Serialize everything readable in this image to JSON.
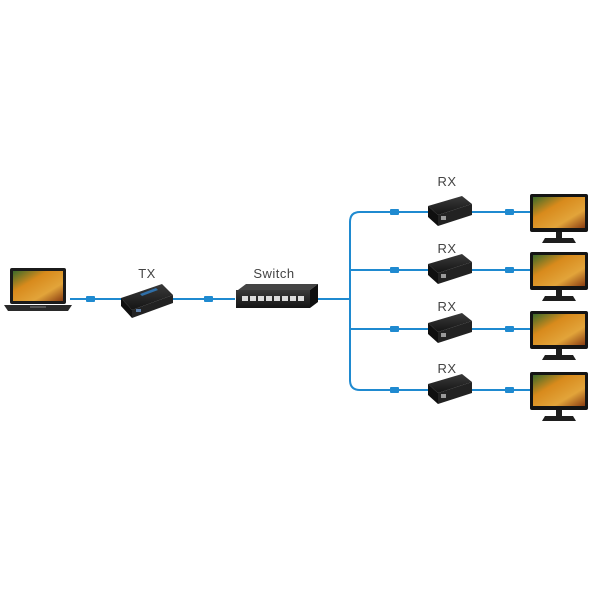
{
  "labels": {
    "tx": "TX",
    "switch": "Switch",
    "rx": [
      "RX",
      "RX",
      "RX",
      "RX"
    ]
  },
  "colors": {
    "cable": "#1f8ad0",
    "device": "#1d1d1d",
    "switch_body": "#2a2a2a",
    "label_text": "#444444",
    "screen_autumn": "#d9801e"
  },
  "icons": {
    "source": "laptop-icon",
    "transmitter": "hdmi-extender-tx-icon",
    "switch": "network-switch-icon",
    "receiver": "hdmi-extender-rx-icon",
    "display": "monitor-icon"
  }
}
